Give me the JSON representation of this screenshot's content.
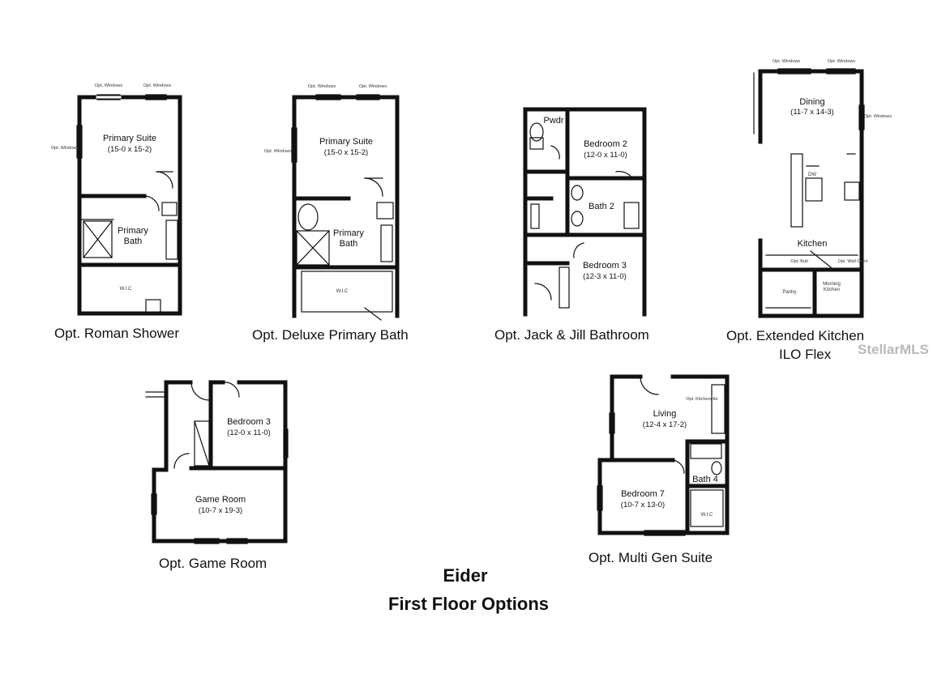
{
  "plans": {
    "roman_shower": {
      "caption": "Opt. Roman Shower",
      "rooms": [
        {
          "name": "Primary Suite",
          "dims": "(15-0 x 15-2)"
        },
        {
          "name": "Primary",
          "dims": "Bath"
        },
        {
          "name": "W.I.C",
          "dims": ""
        }
      ],
      "notes": [
        "Opt. Windows",
        "Opt. Windows",
        "Opt. Windows"
      ]
    },
    "deluxe_bath": {
      "caption": "Opt. Deluxe Primary Bath",
      "rooms": [
        {
          "name": "Primary Suite",
          "dims": "(15-0 x 15-2)"
        },
        {
          "name": "Primary",
          "dims": "Bath"
        },
        {
          "name": "W.I.C",
          "dims": ""
        }
      ],
      "notes": [
        "Opt. Windows",
        "Opt. Windows",
        "Opt. Windows"
      ]
    },
    "jack_jill": {
      "caption": "Opt. Jack & Jill Bathroom",
      "rooms": [
        {
          "name": "Pwdr",
          "dims": ""
        },
        {
          "name": "Bedroom 2",
          "dims": "(12-0 x 11-0)"
        },
        {
          "name": "Bath 2",
          "dims": ""
        },
        {
          "name": "Bedroom 3",
          "dims": "(12-3 x 11-0)"
        }
      ]
    },
    "extended_kitchen": {
      "caption_line1": "Opt. Extended Kitchen",
      "caption_line2": "ILO Flex",
      "rooms": [
        {
          "name": "Dining",
          "dims": "(11-7 x 14-3)"
        },
        {
          "name": "Kitchen",
          "dims": ""
        },
        {
          "name": "Pantry",
          "dims": ""
        },
        {
          "name": "Morning",
          "dims": "Kitchen"
        }
      ],
      "notes": [
        "Opt. Windows",
        "Opt. Windows",
        "Opt. Windows",
        "DW",
        "Opt. Butl",
        "Opt. Wall Oven"
      ]
    },
    "game_room": {
      "caption": "Opt. Game Room",
      "rooms": [
        {
          "name": "Bedroom 3",
          "dims": "(12-0 x 11-0)"
        },
        {
          "name": "Game Room",
          "dims": "(10-7 x 19-3)"
        }
      ]
    },
    "multi_gen": {
      "caption": "Opt. Multi Gen Suite",
      "rooms": [
        {
          "name": "Living",
          "dims": "(12-4 x 17-2)"
        },
        {
          "name": "Bedroom 7",
          "dims": "(10-7 x 13-0)"
        },
        {
          "name": "Bath 4",
          "dims": ""
        },
        {
          "name": "W.I.C",
          "dims": ""
        }
      ],
      "notes": [
        "Opt. Kitchenette"
      ]
    }
  },
  "title": {
    "line1": "Eider",
    "line2": "First Floor Options"
  },
  "watermark": "StellarMLS"
}
